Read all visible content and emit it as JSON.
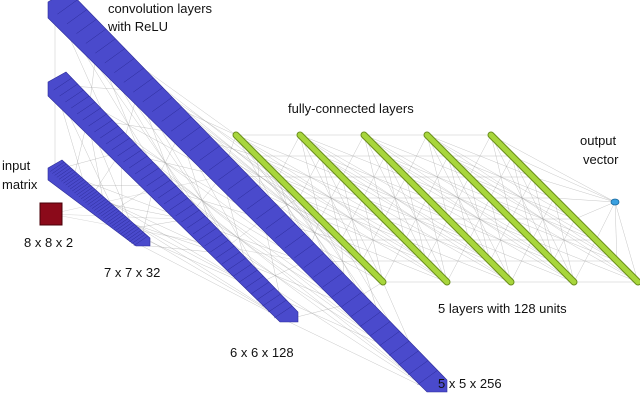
{
  "labels": {
    "conv_title_1": "convolution layers",
    "conv_title_2": "with ReLU",
    "fc_title": "fully-connected layers",
    "output_1": "output",
    "output_2": "vector",
    "input_1": "input",
    "input_2": "matrix",
    "dim_input": "8 x 8 x 2",
    "dim_conv1": "7 x 7 x 32",
    "dim_conv2": "6 x 6 x 128",
    "dim_conv3": "5 x 5 x 256",
    "fc_units": "5 layers with 128 units"
  },
  "colors": {
    "input": "#8b0a1a",
    "conv": "#4a4acc",
    "conv_dark": "#2c2c99",
    "fc": "#a8d63c",
    "fc_dark": "#6a8e1c",
    "output": "#3aa0e0",
    "edges": "#9a9a9a"
  }
}
